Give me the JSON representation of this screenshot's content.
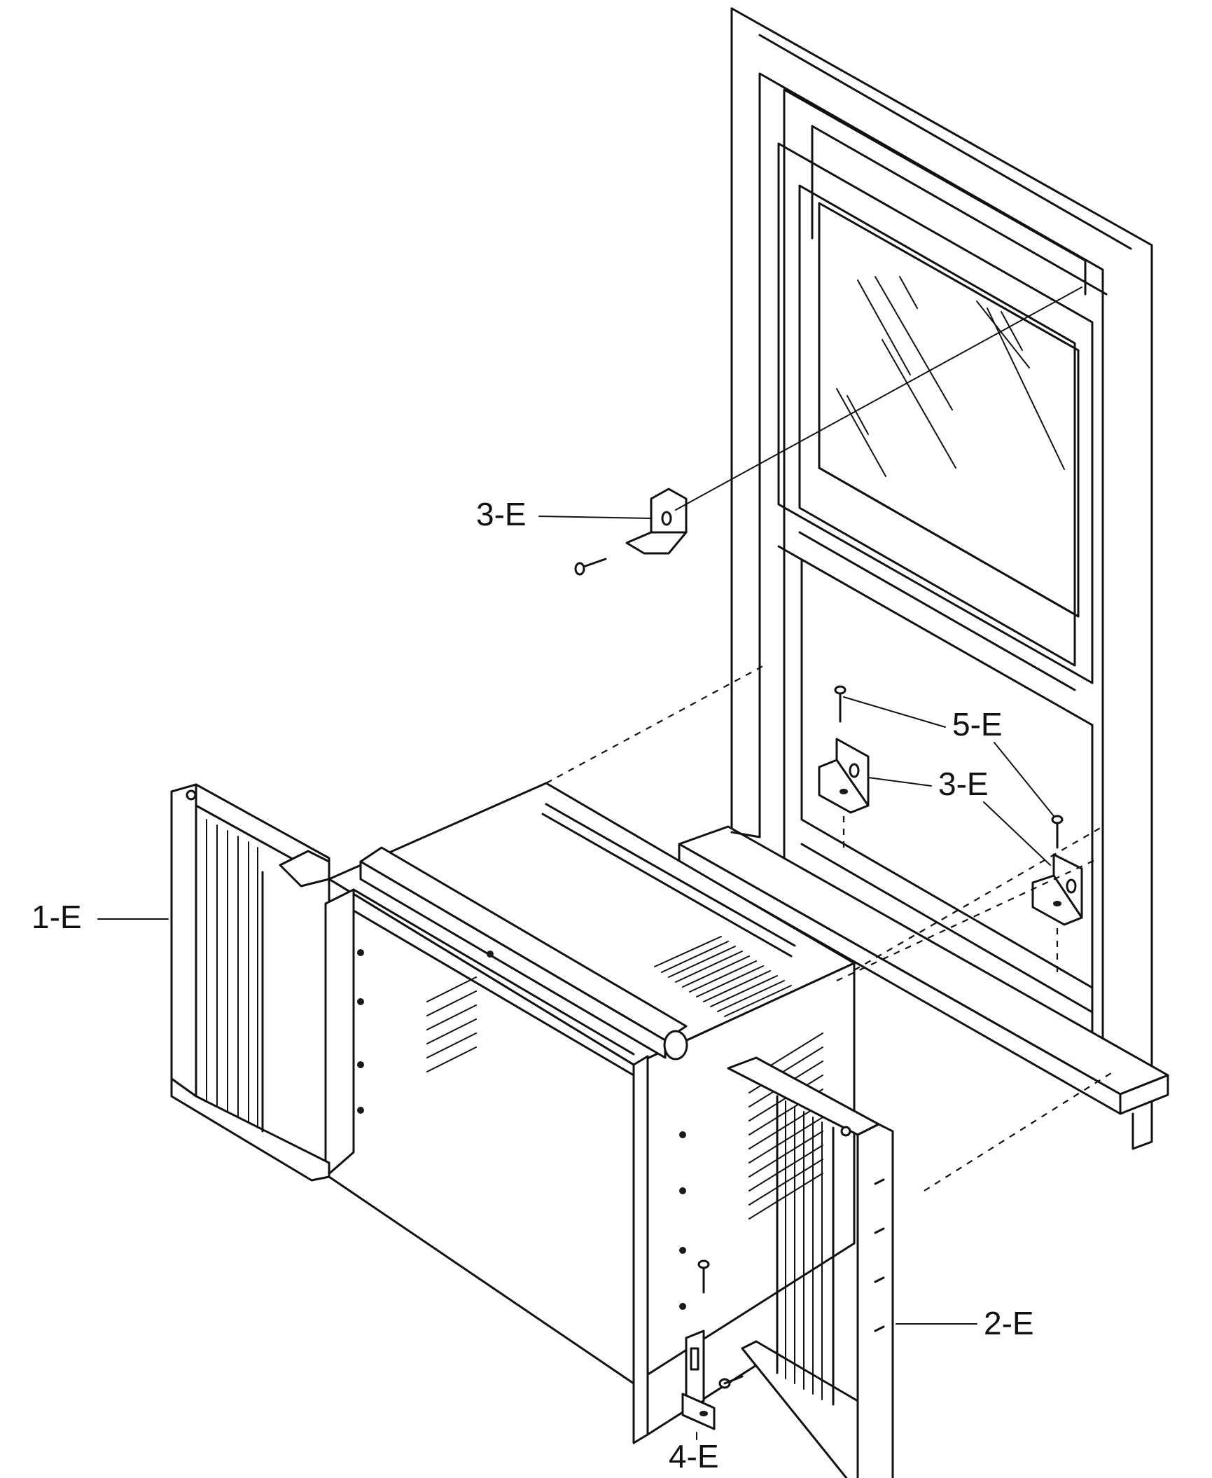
{
  "diagram": {
    "parts": {
      "side_panel_left": "1-E",
      "side_panel_right": "2-E",
      "bracket_upper": "3-E",
      "bracket_sill": "3-E",
      "bracket_lower": "4-E",
      "screw": "5-E"
    },
    "colors": {
      "line": "#111111",
      "background": "#ffffff"
    }
  }
}
